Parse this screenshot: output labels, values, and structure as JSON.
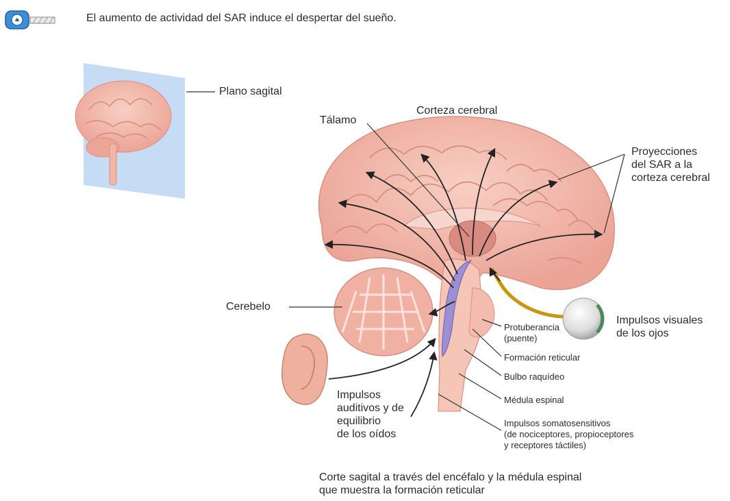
{
  "header": {
    "icon": "key-icon",
    "text": "El aumento de actividad del SAR induce el despertar del sueño."
  },
  "labels": {
    "plano_sagital": "Plano sagital",
    "corteza": "Corteza cerebral",
    "talamo": "Tálamo",
    "proyecciones": "Proyecciones\ndel SAR a la\ncorteza cerebral",
    "cerebelo": "Cerebelo",
    "impulsos_visuales": "Impulsos visuales\nde los ojos",
    "protuberancia": "Protuberancia\n(puente)",
    "formacion_reticular": "Formación reticular",
    "bulbo": "Bulbo raquídeo",
    "medula": "Médula espinal",
    "somatosensitivos": "Impulsos somatosensitivos\n(de nociceptores, propioceptores\ny receptores táctiles)",
    "auditivos": "Impulsos\nauditivos y de\nequilibrio\nde los oídos"
  },
  "caption": "Corte sagital a través del encéfalo y la médula espinal\nque muestra la formación reticular",
  "colors": {
    "brain": "#f2b8aa",
    "brain_dark": "#d98f80",
    "thalamus": "#d98b82",
    "reticular": "#9c8fd3",
    "plane": "#bcd6f2",
    "optic": "#c8960f",
    "header_icon": "#3b8fd4"
  }
}
